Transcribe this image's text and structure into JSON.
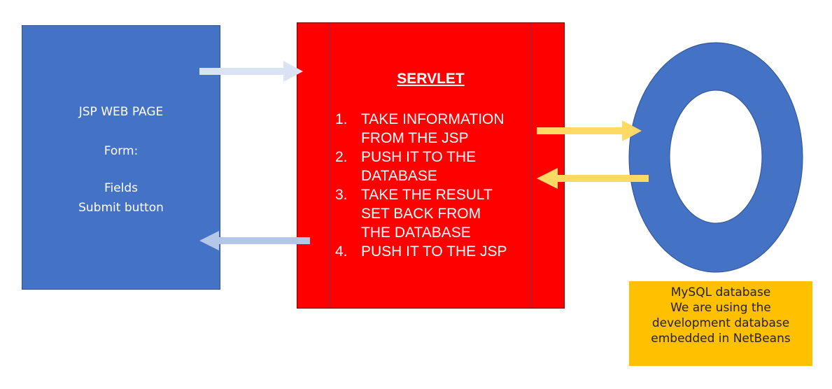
{
  "jsp_page": {
    "title": "JSP WEB PAGE",
    "form_label": "Form:",
    "fields_label": "Fields",
    "submit_label": "Submit button"
  },
  "servlet": {
    "title": "SERVLET",
    "steps": [
      {
        "num": "1.",
        "lines": [
          "TAKE INFORMATION",
          "FROM THE JSP"
        ]
      },
      {
        "num": "2.",
        "lines": [
          "PUSH IT TO THE",
          "DATABASE"
        ]
      },
      {
        "num": "3.",
        "lines": [
          "TAKE THE RESULT",
          "SET BACK FROM",
          "THE DATABASE"
        ]
      },
      {
        "num": "4.",
        "lines": [
          "PUSH IT TO THE JSP"
        ]
      }
    ]
  },
  "database_note": {
    "lines": [
      "MySQL database",
      "We are using the",
      "development database",
      "embedded in NetBeans"
    ]
  },
  "colors": {
    "jsp_fill": "#4472c4",
    "servlet_fill": "#ff0000",
    "db_ring": "#4472c4",
    "note_fill": "#ffc000",
    "arrow_light_blue": "#dae3f3",
    "arrow_blue": "#b4c7e7",
    "arrow_yellow": "#ffd966"
  }
}
